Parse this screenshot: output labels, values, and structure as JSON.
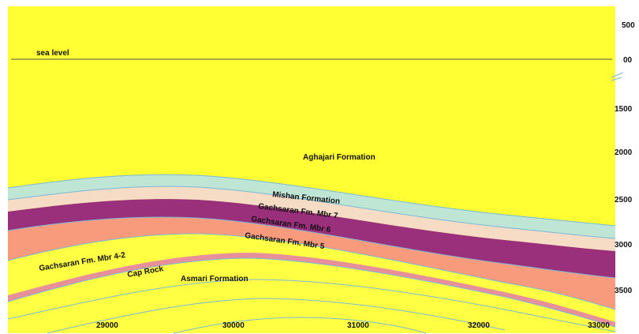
{
  "depth_ticks": [
    "500",
    "00",
    "1500",
    "2000",
    "2500",
    "3000",
    "3500"
  ],
  "distance_ticks": [
    "29000",
    "30000",
    "31000",
    "32000",
    "33000"
  ],
  "sea_level_label": "sea level",
  "formations": {
    "aghajari": "Aghajari Formation",
    "mishan": "Mishan Formation",
    "mbr7": "Gachsaran Fm. Mbr 7",
    "mbr6": "Gachsaran Fm. Mbr 6",
    "mbr5": "Gachsaran Fm. Mbr 5",
    "mbr42": "Gachsaran Fm. Mbr 4-2",
    "cap_rock": "Cap Rock",
    "asmari": "Asmari Formation"
  },
  "colors": {
    "aghajari": "#ffff33",
    "mishan": "#bfe6d4",
    "mbr7": "#f6dcc4",
    "mbr6": "#9a2f7c",
    "mbr5": "#f79b7c",
    "mbr42": "#ffff44",
    "cap_rock": "#e8909a",
    "asmari": "#ffff44",
    "contour": "#7ab8d8"
  }
}
